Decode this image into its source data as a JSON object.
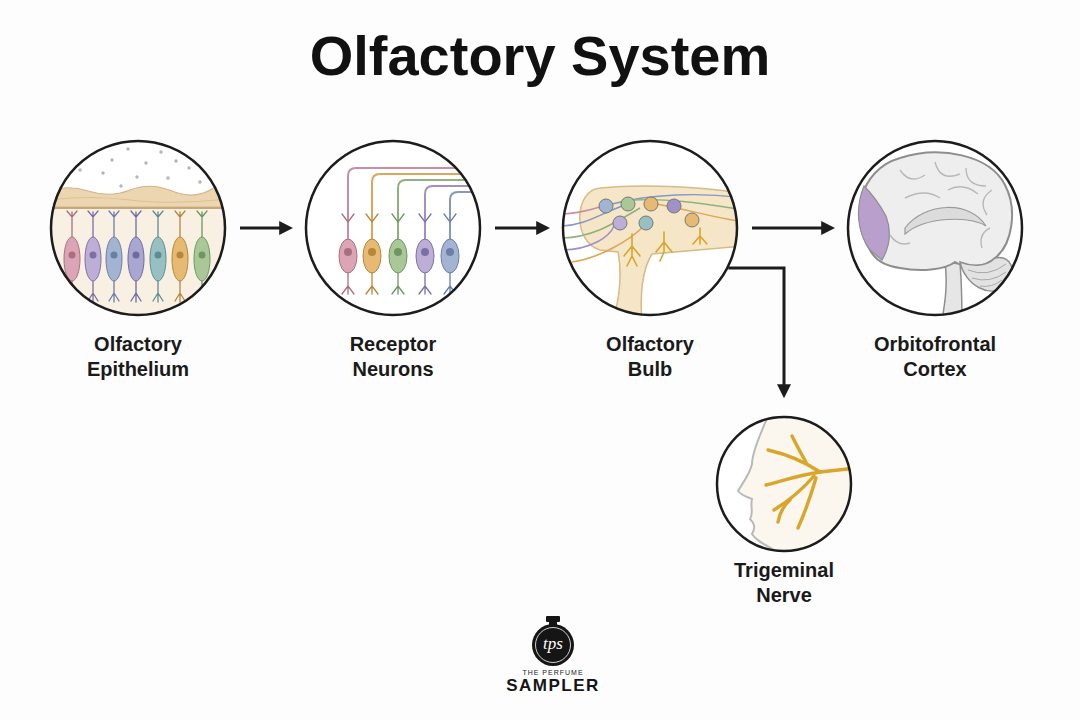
{
  "diagram": {
    "title": "Olfactory System",
    "nodes": [
      {
        "text": [
          "Olfactory Epithelium"
        ]
      },
      {
        "text": [
          "Receptor Neurons"
        ]
      },
      {
        "text": [
          "Olfactory Bulb"
        ]
      },
      {
        "text": [
          "Orbitofrontal Cortex"
        ]
      },
      {
        "text": [
          "Trigeminal Nerve"
        ]
      }
    ],
    "edges": [
      {
        "from": 0,
        "to": 1,
        "arrow": "to"
      },
      {
        "from": 1,
        "to": 2,
        "arrow": "to"
      },
      {
        "from": 2,
        "to": 3,
        "arrow": "to"
      },
      {
        "from": 2,
        "to": 4,
        "arrow": "to"
      }
    ],
    "labels": [
      "tps",
      "THE PERFUME",
      "SAMPLER"
    ]
  }
}
